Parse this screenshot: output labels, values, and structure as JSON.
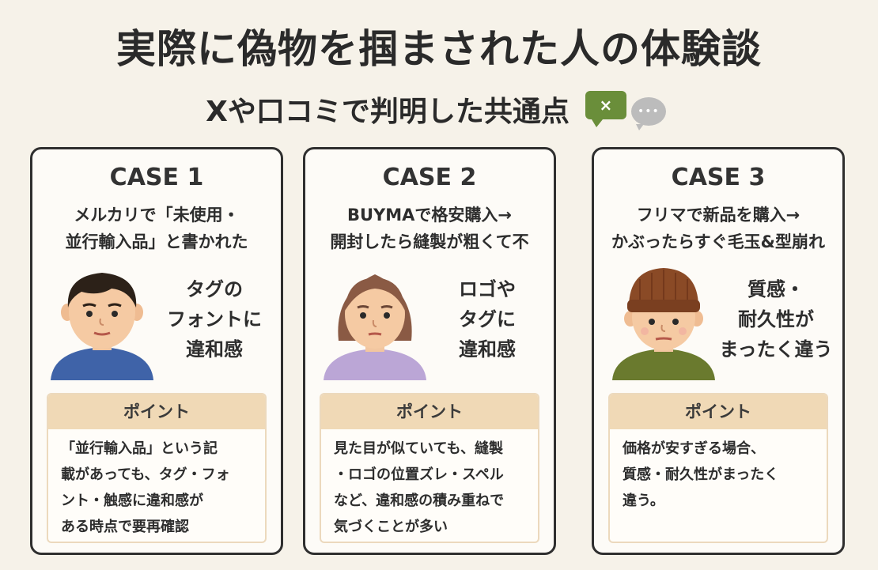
{
  "title": "実際に偽物を掴まされた人の体験談",
  "subtitle": "Xや口コミで判明した共通点",
  "bubbles": {
    "green_symbol": "×",
    "gray_symbol": "•••"
  },
  "colors": {
    "background": "#f6f2e9",
    "card_border": "#2f2f2f",
    "point_header": "#f0d9b6",
    "bubble_green": "#6a8e3a"
  },
  "cases": [
    {
      "label": "CASE 1",
      "description": "メルカリで「未使用・\n並行輸入品」と書かれた",
      "impression": "タグの\nフォントに\n違和感",
      "point_header": "ポイント",
      "point_text": "「並行輸入品」という記\n載があっても、タグ・フォ\nント・触感に違和感が\nある時点で要再確認"
    },
    {
      "label": "CASE 2",
      "description": "BUYMAで格安購入→\n開封したら縫製が粗くて不",
      "impression": "ロゴや\nタグに\n違和感",
      "point_header": "ポイント",
      "point_text": "見た目が似ていても、縫製\n・ロゴの位置ズレ・スペル\nなど、違和感の積み重ねで\n気づくことが多い"
    },
    {
      "label": "CASE 3",
      "description": "フリマで新品を購入→\nかぶったらすぐ毛玉&型崩れ",
      "impression": "質感・\n耐久性が\nまったく違う",
      "point_header": "ポイント",
      "point_text": "価格が安すぎる場合、\n質感・耐久性がまったく\n違う。"
    }
  ]
}
